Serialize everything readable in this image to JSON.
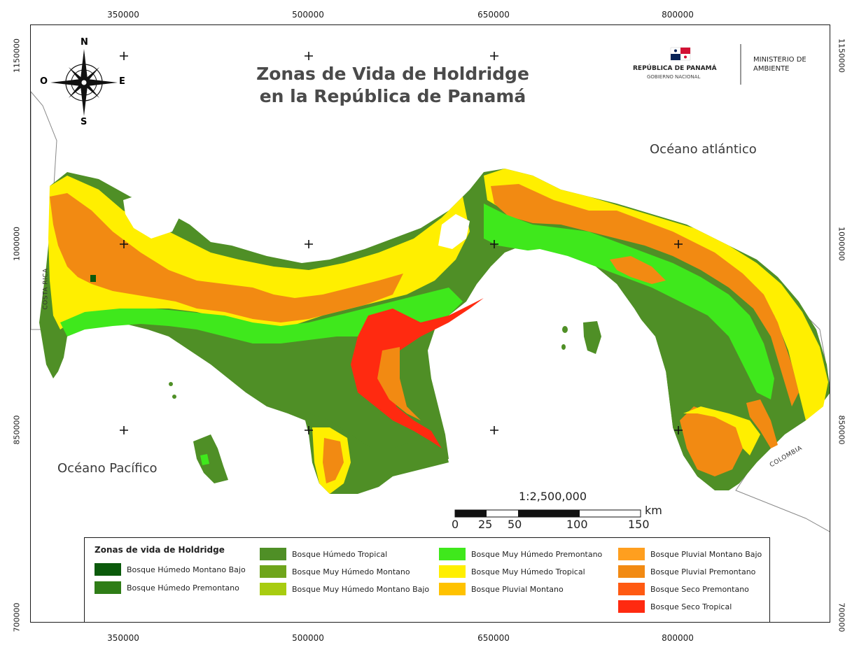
{
  "map": {
    "title_line1": "Zonas de Vida de Holdridge",
    "title_line2": "en la República de Panamá",
    "coords_x": [
      "350000",
      "500000",
      "650000",
      "800000"
    ],
    "coords_y": [
      "1150000",
      "1000000",
      "850000",
      "700000"
    ],
    "compass": {
      "n": "N",
      "s": "S",
      "e": "E",
      "o": "O"
    },
    "labels": {
      "ocean_atlantic": "Océano atlántico",
      "ocean_pacific": "Océano Pacífico",
      "costa_rica": "COSTA RICA",
      "colombia": "COLOMBIA"
    },
    "scale": {
      "ratio": "1:2,500,000",
      "ticks": [
        "0",
        "25",
        "50",
        "100",
        "150"
      ],
      "unit": "km"
    },
    "logo": {
      "country": "REPÚBLICA DE PANAMÁ",
      "gov": "GOBIERNO NACIONAL",
      "ministry_line1": "MINISTERIO DE",
      "ministry_line2": "AMBIENTE"
    },
    "legend": {
      "title": "Zonas de vida de Holdridge",
      "items": [
        {
          "label": "Bosque Húmedo Montano Bajo",
          "color": "#0b5a0b"
        },
        {
          "label": "Bosque Húmedo Premontano",
          "color": "#2f7d17"
        },
        {
          "label": "Bosque Húmedo Tropical",
          "color": "#4f8f26"
        },
        {
          "label": "Bosque Muy Húmedo Montano",
          "color": "#6fa51b"
        },
        {
          "label": "Bosque Muy Húmedo Montano Bajo",
          "color": "#a8cc10"
        },
        {
          "label": "Bosque Muy Húmedo Premontano",
          "color": "#3fe81c"
        },
        {
          "label": "Bosque Muy Húmedo Tropical",
          "color": "#ffef00"
        },
        {
          "label": "Bosque Pluvial Montano",
          "color": "#ffc200"
        },
        {
          "label": "Bosque Pluvial Montano Bajo",
          "color": "#ff9f1f"
        },
        {
          "label": "Bosque Pluvial Premontano",
          "color": "#f28a12"
        },
        {
          "label": "Bosque Seco Premontano",
          "color": "#ff5a12"
        },
        {
          "label": "Bosque Seco Tropical",
          "color": "#ff2a10"
        }
      ]
    }
  }
}
